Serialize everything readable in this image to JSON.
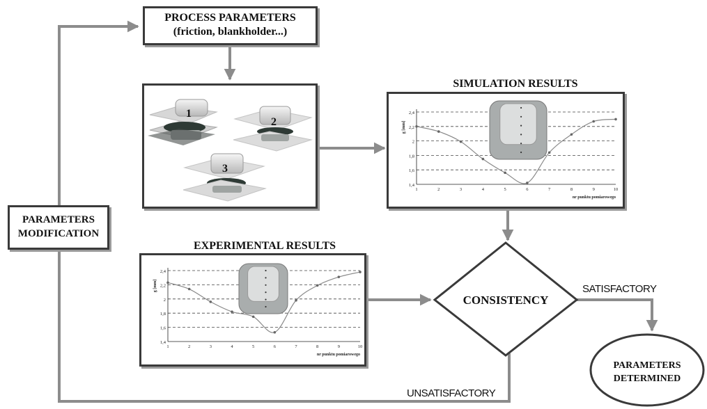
{
  "process_box": {
    "title": "PROCESS PARAMETERS",
    "subtitle": "(friction, blankholder...)",
    "die_labels": [
      "1",
      "2",
      "3"
    ]
  },
  "simulation": {
    "title": "SIMULATION RESULTS"
  },
  "experimental": {
    "title": "EXPERIMENTAL RESULTS"
  },
  "modification_box": {
    "line1": "PARAMETERS",
    "line2": "MODIFICATION"
  },
  "decision": {
    "label": "CONSISTENCY",
    "yes_label": "SATISFACTORY",
    "no_label": "UNSATISFACTORY"
  },
  "terminal": {
    "line1": "PARAMETERS",
    "line2": "DETERMINED"
  },
  "colors": {
    "arrow": "#8c8c8c",
    "border": "#3a3a3a",
    "curve": "#8a8a8a"
  },
  "chart_data": [
    {
      "type": "line",
      "name_ref": "simulation",
      "x": [
        1,
        2,
        3,
        4,
        5,
        6,
        7,
        8,
        9,
        10
      ],
      "values": [
        2.2,
        2.13,
        1.99,
        1.75,
        1.56,
        1.42,
        1.84,
        2.09,
        2.27,
        2.3
      ],
      "xlabel": "nr punktu pomiarowego",
      "ylabel": "g [mm]",
      "xlim": [
        1,
        10
      ],
      "ylim": [
        1.4,
        2.4
      ],
      "yticks": [
        "1,4",
        "1,6",
        "1,8",
        "2",
        "2,2",
        "2,4"
      ],
      "xticks": [
        "1",
        "2",
        "3",
        "4",
        "5",
        "6",
        "7",
        "8",
        "9",
        "10"
      ],
      "grid": "dashed horizontal"
    },
    {
      "type": "line",
      "name_ref": "experimental",
      "x": [
        1,
        2,
        3,
        4,
        5,
        6,
        7,
        8,
        9,
        10
      ],
      "values": [
        2.23,
        2.14,
        1.96,
        1.82,
        1.75,
        1.53,
        1.98,
        2.19,
        2.31,
        2.38
      ],
      "xlabel": "nr punktu pomiarowego",
      "ylabel": "g [mm]",
      "xlim": [
        1,
        10
      ],
      "ylim": [
        1.4,
        2.4
      ],
      "yticks": [
        "1,4",
        "1,6",
        "1,8",
        "2",
        "2,2",
        "2,4"
      ],
      "xticks": [
        "1",
        "2",
        "3",
        "4",
        "5",
        "6",
        "7",
        "8",
        "9",
        "10"
      ],
      "grid": "dashed horizontal"
    }
  ]
}
